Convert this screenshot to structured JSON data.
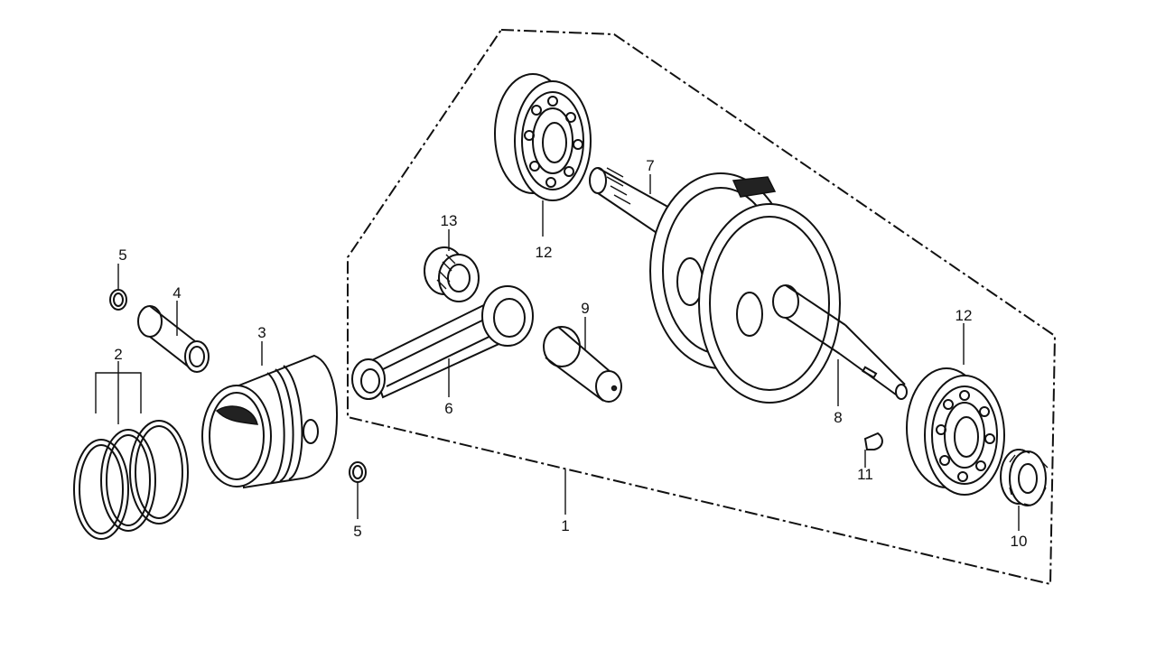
{
  "labels": {
    "p1": "1",
    "p2": "2",
    "p3": "3",
    "p4": "4",
    "p5a": "5",
    "p5b": "5",
    "p6": "6",
    "p7": "7",
    "p8": "8",
    "p9": "9",
    "p10": "10",
    "p11": "11",
    "p12a": "12",
    "p12b": "12",
    "p13": "13"
  }
}
